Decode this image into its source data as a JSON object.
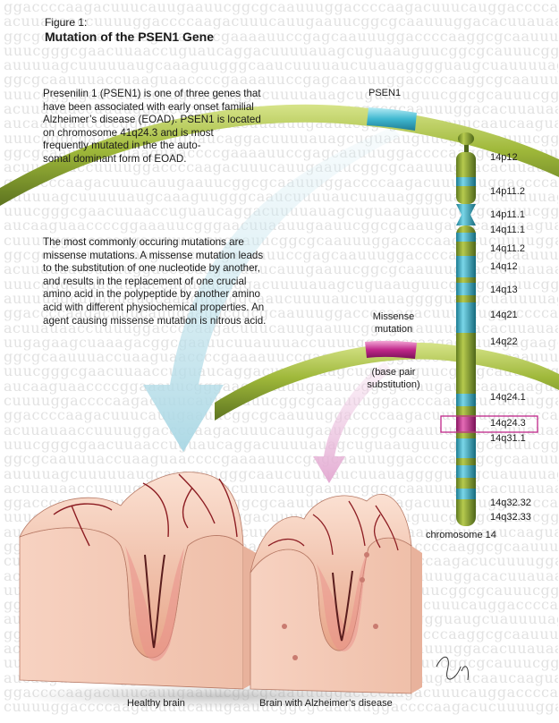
{
  "figure": {
    "label": "Figure 1:",
    "title": "Mutation of the PSEN1 Gene"
  },
  "intro_lines": [
    "Presenilin 1 (PSEN1) is one of three genes that",
    "have been associated with early onset familial",
    "Alzheimer’s disease (EOAD). PSEN1 is located",
    "on chromosome 41q24.3 and is most",
    "frequently mutated in the the auto-",
    "somal dominant form of EOAD."
  ],
  "missense_lines": [
    "The most commonly occuring mutations are",
    "missense mutations. A missense mutation leads",
    "to the substitution of one nucleotide by another,",
    "and results in the replacement of one crucial",
    "amino acid in the polypeptide by another amino",
    "acid with different physiochemical properties. An",
    "agent causing missense mutation is nitrous acid."
  ],
  "labels": {
    "psen1": "PSEN1",
    "missense_line1": "Missense",
    "missense_line2": "mutation",
    "substitution_line1": "(base pair",
    "substitution_line2": "substitution)",
    "chromosome": "chromosome 14",
    "healthy_brain": "Healthy brain",
    "alzheimer_brain": "Brain with Alzheimer’s disease",
    "signature": "Russell"
  },
  "bands": [
    {
      "name": "14p12"
    },
    {
      "name": "14p11.2"
    },
    {
      "name": "14p11.1"
    },
    {
      "name": "14q11.1"
    },
    {
      "name": "14q11.2"
    },
    {
      "name": "14q12"
    },
    {
      "name": "14q13"
    },
    {
      "name": "14q21"
    },
    {
      "name": "14q22"
    },
    {
      "name": "14q24.1"
    },
    {
      "name": "14q24.3",
      "highlighted": true
    },
    {
      "name": "14q31.1"
    },
    {
      "name": "14q32.32"
    },
    {
      "name": "14q32.33"
    }
  ],
  "colors": {
    "chromosome_green": "#8fa832",
    "chromosome_cyan": "#3fb8d0",
    "mutation_magenta": "#c0278a",
    "arrow_blue": "#a9d7e4",
    "arrow_pink": "#e7b3d8",
    "brain_tissue": "#f2c2ae",
    "vessel_red": "#8c1c22"
  },
  "background_rows": [
    "ggaccccaagacuuucauugaauucggcgcaauuuggaccccaagacuuucau",
    "acuuauaaccuuuuggaccccaagacuuucauugaauucggcgcaauuuggac",
    "ggcgcaauuuaccuaaguaaccccgaaaauuccgagcaauuuggaccccaa",
    "uuucgggcgaacuuaaccuguaucaggacuuuuauagcuguaauguucggcgca",
    "auuuuagcuuuuuaugcaaaguugggcaaucuuuuaucuuauagggguaugcu",
    "ggcgcaauuuaccuaaguaaccccgaaaauuccgagcaauuuggaccccaa",
    "uuucgggcgaacuuaaccuguaucaggacuuuuauagcuguaauguucggcgca",
    "acuuauaaccuuuuggaccccaagacuuucauugaauucggcgcaauuuggac",
    "aucaaguaaccccggaaauucgggaacuuaauugaauucggcgcaaugauuca",
    "uuucgggcgaacuuaaccuguaucaggacuuuuauagcuguaauguucggcgca",
    "ggcgcaauuuaccuaaguaaccccgaaaauuccgagcaauuuggaccccaa",
    "acuuauaaccuuuuggaccccaagacuuucauugaauucggcgcaauuuggac",
    "ggaccccaagacuuucauugaauucggcgcaauuuggaccccaagacuuucau",
    "auuuuagcuuuuuaugcaaaguugggcaaucuuuuaucuuauagggguaugcu",
    "uuucgggcgaacuuaaccuguaucaggacuuuuauagcuguaauguucggcgca",
    "aucaaguaaccccggaaauucgggaacuuaauugaauucggcgcaaugauuca",
    "cuuuuggaccccaagacuuucauugaauucggcgcaauuuggaccccaagacu",
    "ggcgcaauuuaccuaaguaaccccgaaaauuccgagcaauuuggaccccaa",
    "acuuauaaccuuuuggaccccaagacuuucauugaauucggcgcaauuuggac",
    "uuucgggcgaacuuaaccuguaucaggacuuuuauagcuguaauguucggcgca",
    "auuuuagcuuuuuaugcaaaguugggcaaucuuuuaucuuauagggguaugcu",
    "ggaccccaagacuuucauugaauucggcgcaauuuggaccccaagacuuucau",
    "acuuauaaccuuuuggaccccaagacuuucauugaauucggcgcaauuuggac",
    "uugagaagcuaaagacggcgaauucuuauuuaccuuuuggaccccaagacuu",
    "ggcgcaauuuaccuaaguaaccccgaaaauuccgagcaauuuggaccccaa",
    "uuucgggcgaacuuaaccuguaucaggacuuuuauagcuguaauguucggcgca",
    "aucaaguaaccccggaaauucgggaacuuaauugaauucggcgcaaugauuca",
    "cuuuuggaccccaagacuuucauugaauucggcgcaauuuggaccccaagacu",
    "ggaccccaagacuuucauugaauucggcgcaauuuggaccccaagacuuucau",
    "acuuauaaccuuuuggaccccaagacuuucauugaauucggcgcaauuuggac",
    "uuucgggcgaacuuaaccuguaucaggacuuuuauagcuguaauguucggcgca",
    "ggcgcaauuuaccuaaguaaccccgaaaauuccgagcaauuuggaccccaa",
    "auuuuagcuuuuuaugcaaaguugggcaaucuuuuaucuuauagggguaugcu",
    "acuuauaaccuuuuggaccccaagacuuucauugaauucggcgcaauuuggac",
    "ggaccccaagacuuucauugaauucggcgcaauuuggaccccaagacuuucau",
    "uuucgggcgaacuuaaccuguaucaggacuuuuauagcuguaauguucggcgca",
    "aucaaguaaccccggaaauucgggaacuuaauugaauucggcgcaaugauuca",
    "ggcgcaauuuaccuaaguaaccccgaaaauuccgagcaauuuggaccccaa",
    "cuuuuggaccccaagacuuucauugaauucggcgcaauuuggaccccaagacu",
    "acuuauaaccuuuuggaccccaagacuuucauugaauucggcgcaauuuggac",
    "uuucgggcgaacuuaaccuguaucaggacuuuuauagcuguaauguucggcgca",
    "ggaccccaagacuuucauugaauucggcgcaauuuggaccccaagacuuucau",
    "auuuuagcuuuuuaugcaaaguugggcaaucuuuuaucuuauagggguaugcu",
    "ggcgcaauuuaccuaaguaaccccgaaaauuccgagcaauuuggaccccaa",
    "acuuauaaccuuuuggaccccaagacuuucauugaauucggcgcaauuuggac",
    "uuucgggcgaacuuaaccuguaucaggacuuuuauagcuguaauguucggcgca",
    "aucaaguaaccccggaaauucgggaacuuaauugaauucggcgcaaugauuca",
    "ggaccccaagacuuucauugaauucggcgcaauuuggaccccaagacuuucau",
    "cuuuuggaccccaagacuuucauugaauucggcgcaauuuggaccccaagacu"
  ]
}
